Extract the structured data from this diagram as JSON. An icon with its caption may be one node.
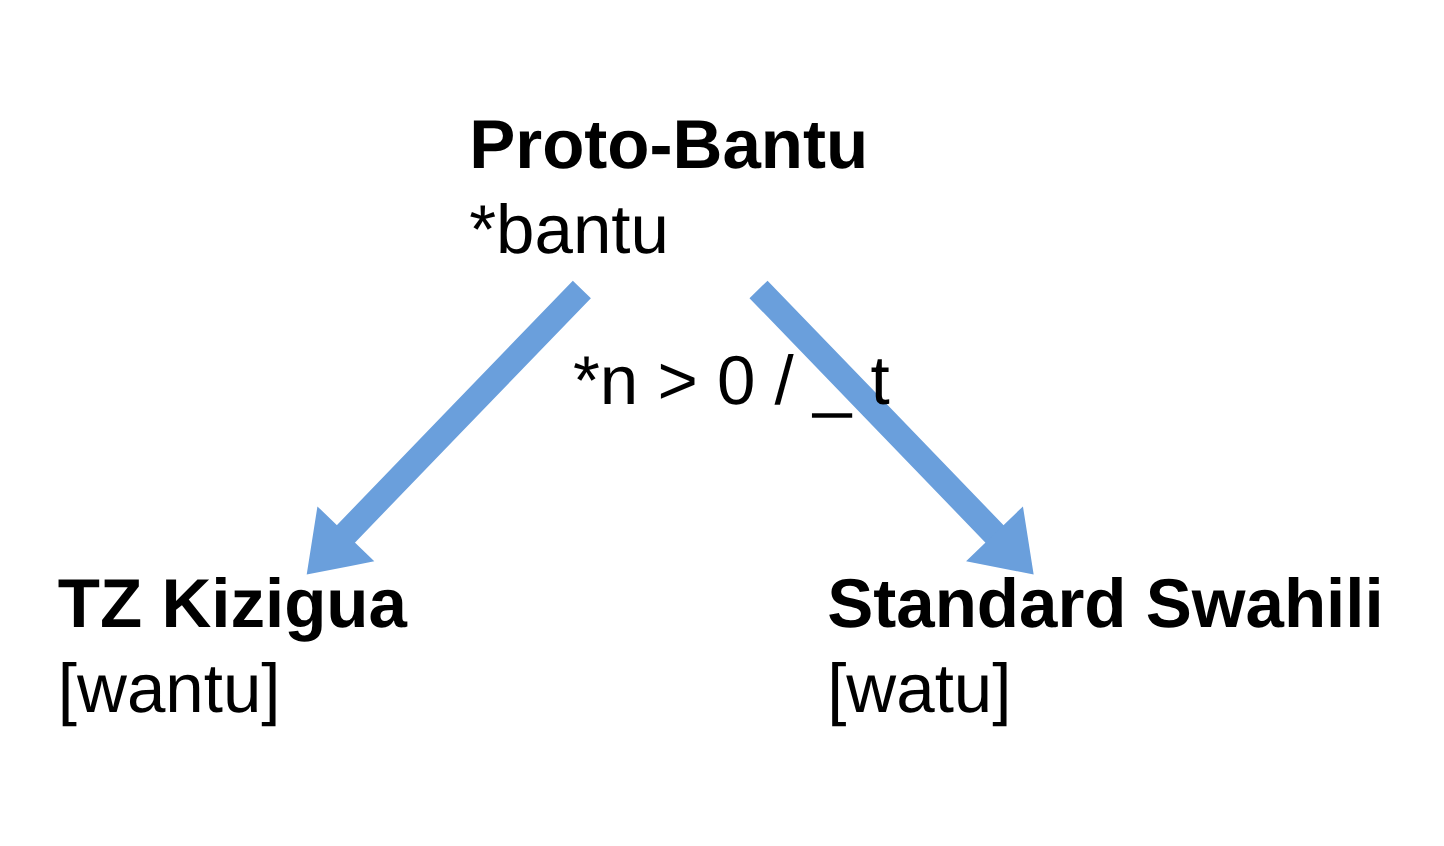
{
  "diagram": {
    "nodes": [
      {
        "text": [
          "Proto-Bantu",
          "*bantu"
        ]
      },
      {
        "text": [
          "TZ Kizigua",
          "[wantu]"
        ]
      },
      {
        "text": [
          "Standard Swahili",
          "[watu]"
        ]
      }
    ],
    "edges": [
      {
        "from": 0,
        "to": 1,
        "arrow": "to"
      },
      {
        "from": 0,
        "to": 2,
        "arrow": "to",
        "label": "*n > 0 / _ t"
      }
    ]
  }
}
